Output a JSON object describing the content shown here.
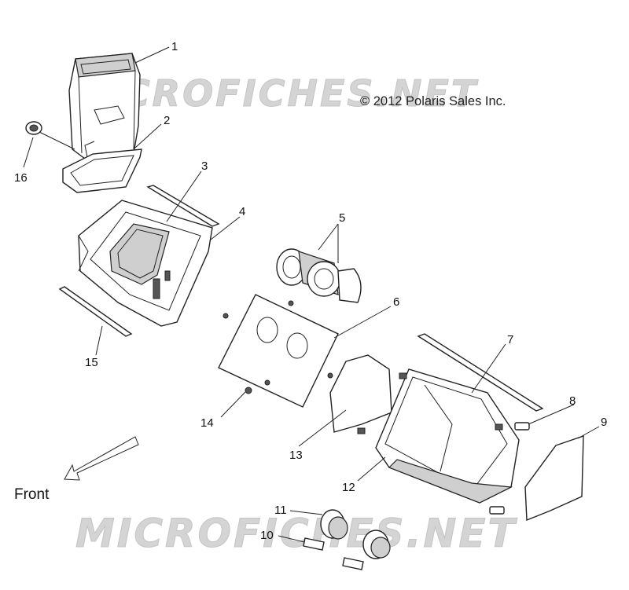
{
  "copyright": "© 2012 Polaris Sales Inc.",
  "direction_label": "Front",
  "watermarks": [
    "MICROFICHES.NET",
    "MICROFICHES.NET"
  ],
  "callouts": [
    {
      "num": "1"
    },
    {
      "num": "2"
    },
    {
      "num": "3"
    },
    {
      "num": "4"
    },
    {
      "num": "5"
    },
    {
      "num": "6"
    },
    {
      "num": "7"
    },
    {
      "num": "8"
    },
    {
      "num": "9"
    },
    {
      "num": "10"
    },
    {
      "num": "11"
    },
    {
      "num": "12"
    },
    {
      "num": "13"
    },
    {
      "num": "14"
    },
    {
      "num": "15"
    },
    {
      "num": "16"
    }
  ],
  "colors": {
    "line": "#222222",
    "watermark": "#d4d4d4",
    "background": "#ffffff"
  }
}
